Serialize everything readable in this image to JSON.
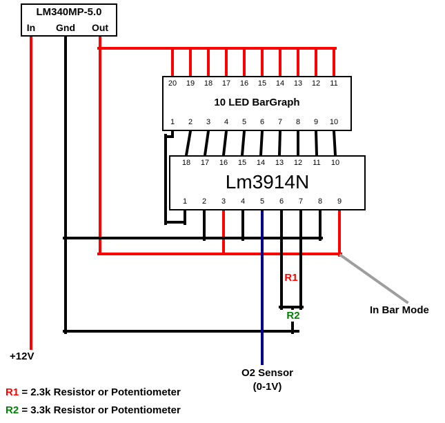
{
  "colors": {
    "wire-red": "#ff0000",
    "wire-black": "#000000",
    "wire-blue": "#00008b",
    "wire-gray": "#9e9e9e",
    "label-red": "#ff0000",
    "label-green": "#008000"
  },
  "regulator": {
    "title": "LM340MP-5.0",
    "pins": [
      "In",
      "Gnd",
      "Out"
    ]
  },
  "bargraph": {
    "title": "10 LED BarGraph",
    "pins_top": [
      "20",
      "19",
      "18",
      "17",
      "16",
      "15",
      "14",
      "13",
      "12",
      "11"
    ],
    "pins_bottom": [
      "1",
      "2",
      "3",
      "4",
      "5",
      "6",
      "7",
      "8",
      "9",
      "10"
    ]
  },
  "ic": {
    "title": "Lm3914N",
    "pins_top": [
      "18",
      "17",
      "16",
      "15",
      "14",
      "13",
      "12",
      "11",
      "10"
    ],
    "pins_bottom": [
      "1",
      "2",
      "3",
      "4",
      "5",
      "6",
      "7",
      "8",
      "9"
    ]
  },
  "labels": {
    "supply": "+12V",
    "r1": "R1",
    "r2": "R2",
    "mode": "In Bar Mode",
    "sensor_line1": "O2 Sensor",
    "sensor_line2": "(0-1V)"
  },
  "legend": {
    "r1_name": "R1",
    "r1_text": " = 2.3k Resistor or Potentiometer",
    "r2_name": "R2",
    "r2_text": " = 3.3k Resistor or Potentiometer"
  }
}
